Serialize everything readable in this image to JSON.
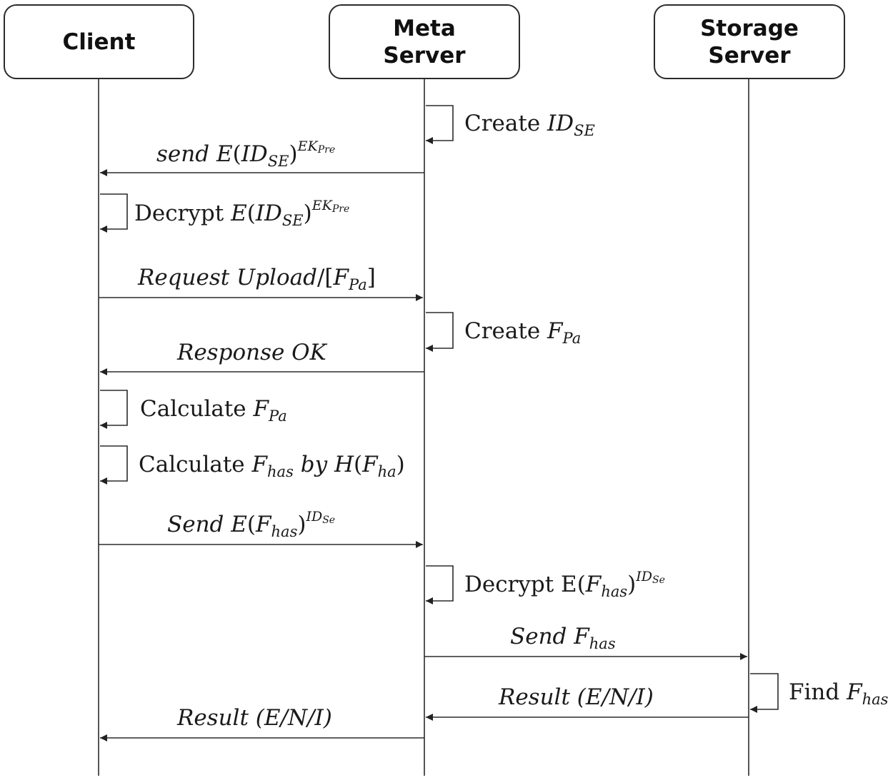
{
  "actors": {
    "client": "Client",
    "meta": "Meta\nServer",
    "storage": "Storage\nServer"
  },
  "messages": {
    "m1": {
      "w1": "send",
      "w2": "E",
      "w3": "(",
      "w4": "ID",
      "w5": "SE",
      "w6": ")",
      "w7": "EK",
      "w8": "Pre"
    },
    "m2": {
      "w1": "Request Upload",
      "w2": "/",
      "w3": "[",
      "w4": "F",
      "w5": "Pa",
      "w6": "]"
    },
    "m3": {
      "w1": "Response OK"
    },
    "m4": {
      "w1": "Send",
      "w2": "E",
      "w3": "(",
      "w4": "F",
      "w5": "has",
      "w6": ")",
      "w7": "ID",
      "w8": "Se"
    },
    "m5": {
      "w1": "Send",
      "w2": "F",
      "w3": "has"
    },
    "m6": {
      "w1": "Result",
      "w2": "(E/N/I)"
    },
    "m7": {
      "w1": "Result",
      "w2": "(E/N/I)"
    }
  },
  "steps": {
    "s1": {
      "w1": "Create",
      "w2": "ID",
      "w3": "SE"
    },
    "s2": {
      "w1": "Decrypt",
      "w2": "E",
      "w3": "(",
      "w4": "ID",
      "w5": "SE",
      "w6": ")",
      "w7": "EK",
      "w8": "Pre"
    },
    "s3": {
      "w1": "Create",
      "w2": "F",
      "w3": "Pa"
    },
    "s4": {
      "w1": "Calculate",
      "w2": "F",
      "w3": "Pa"
    },
    "s5": {
      "w1": "Calculate",
      "w2": "F",
      "w3": "has",
      "w4": "by",
      "w5": "H",
      "w6": "(",
      "w7": "F",
      "w8": "ha",
      "w9": ")"
    },
    "s6": {
      "w1": "Decrypt E",
      "w2": "(",
      "w3": "F",
      "w4": "has",
      "w5": ")",
      "w6": "ID",
      "w7": "Se"
    },
    "s7": {
      "w1": "Find",
      "w2": "F",
      "w3": "has"
    }
  },
  "colors": {
    "line": "#2b2b2b",
    "text": "#1a1a1a",
    "background": "#ffffff"
  }
}
